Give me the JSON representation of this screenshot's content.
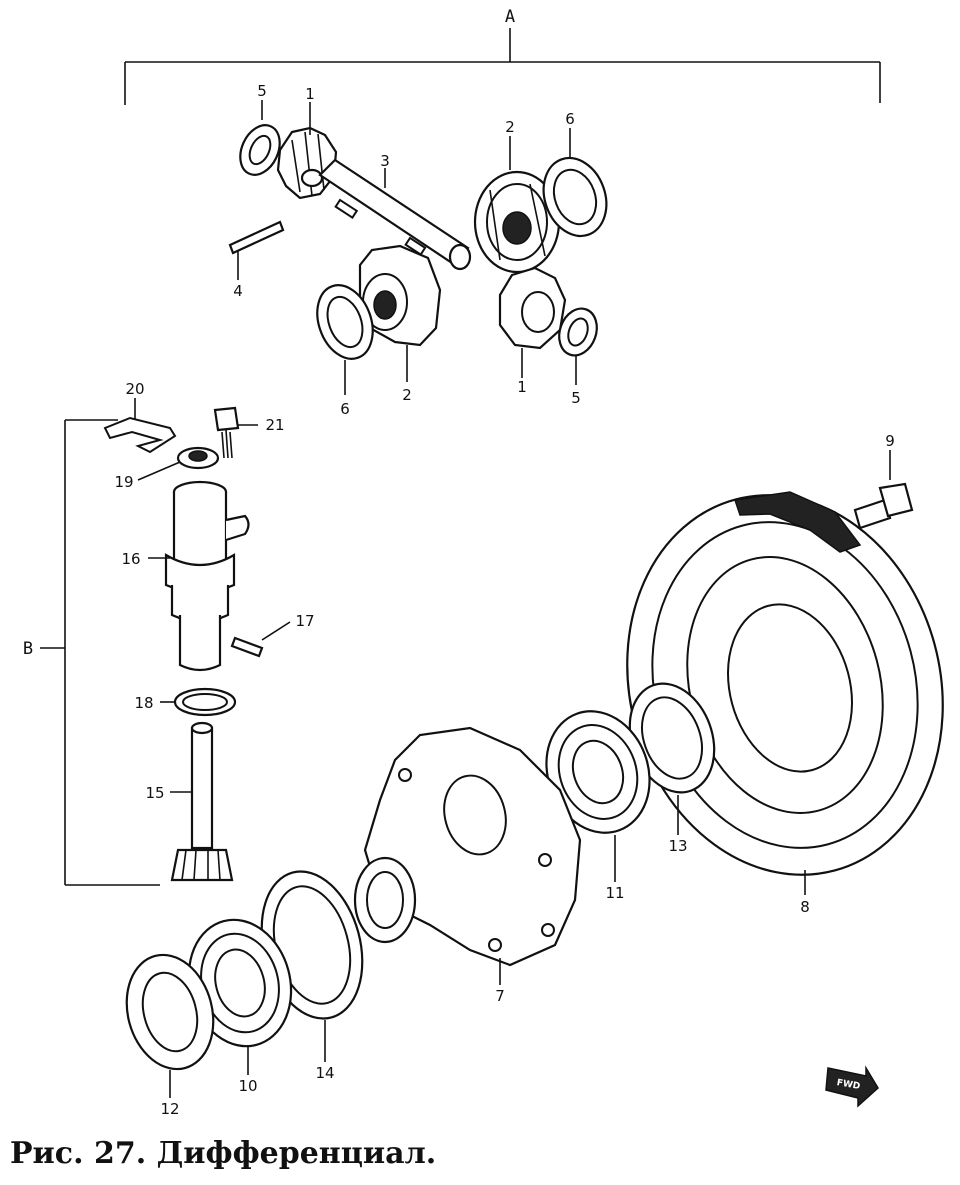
{
  "caption": "Рис. 27. Дифференциал.",
  "groups": {
    "a": "A",
    "b": "B"
  },
  "labels": {
    "p1a": "1",
    "p1b": "1",
    "p2a": "2",
    "p2b": "2",
    "p3": "3",
    "p4": "4",
    "p5a": "5",
    "p5b": "5",
    "p6a": "6",
    "p6b": "6",
    "p7": "7",
    "p8": "8",
    "p9": "9",
    "p10": "10",
    "p11": "11",
    "p12": "12",
    "p13": "13",
    "p14": "14",
    "p15": "15",
    "p16": "16",
    "p17": "17",
    "p18": "18",
    "p19": "19",
    "p20": "20",
    "p21": "21"
  },
  "fwd": "FWD"
}
